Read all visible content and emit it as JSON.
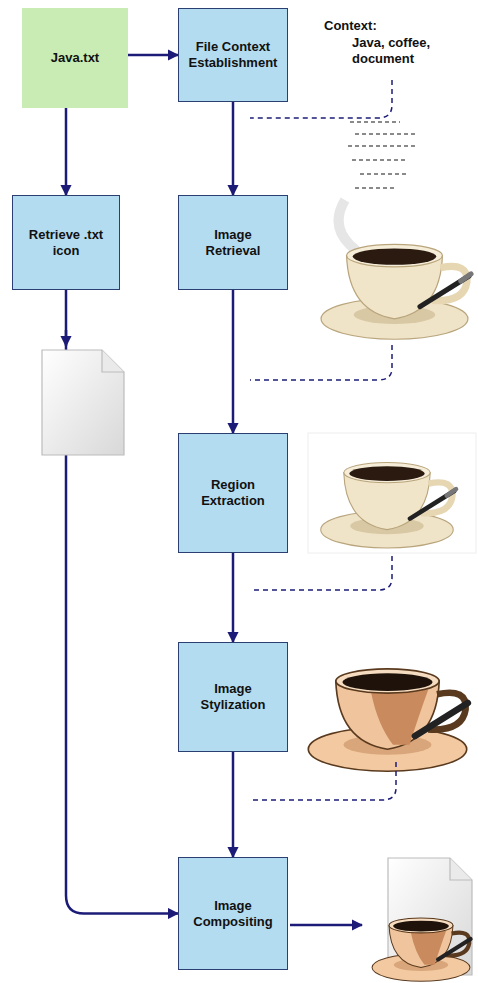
{
  "diagram": {
    "nodes": [
      {
        "text": [
          "Java.txt"
        ]
      },
      {
        "text": [
          "File Context Establishment"
        ]
      },
      {
        "text": [
          "Retrieve .txt icon"
        ]
      },
      {
        "text": [
          "Image Retrieval"
        ]
      },
      {
        "text": [
          "Region Extraction"
        ]
      },
      {
        "text": [
          "Image Stylization"
        ]
      },
      {
        "text": [
          "Image Compositing"
        ]
      }
    ],
    "edges": [
      {
        "from": 0,
        "to": 1,
        "arrow": "to"
      },
      {
        "from": 0,
        "to": 2,
        "arrow": "to"
      },
      {
        "from": 1,
        "to": 3,
        "arrow": "to"
      },
      {
        "from": 2,
        "to": 6,
        "arrow": "to"
      },
      {
        "from": 3,
        "to": 4,
        "arrow": "to"
      },
      {
        "from": 4,
        "to": 5,
        "arrow": "to"
      },
      {
        "from": 5,
        "to": 6,
        "arrow": "to"
      }
    ],
    "labels": [
      "Context:",
      "Java, coffee, document"
    ]
  }
}
